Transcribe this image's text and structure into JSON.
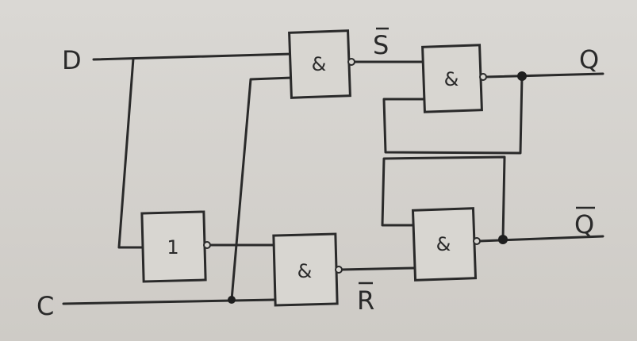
{
  "signals": {
    "d": "D",
    "c": "C",
    "s_bar": "S",
    "r_bar": "R",
    "q": "Q",
    "q_bar": "Q"
  },
  "gates": {
    "inverter": "1",
    "nand_s": "&",
    "nand_r": "&",
    "nand_q": "&",
    "nand_qbar": "&"
  }
}
